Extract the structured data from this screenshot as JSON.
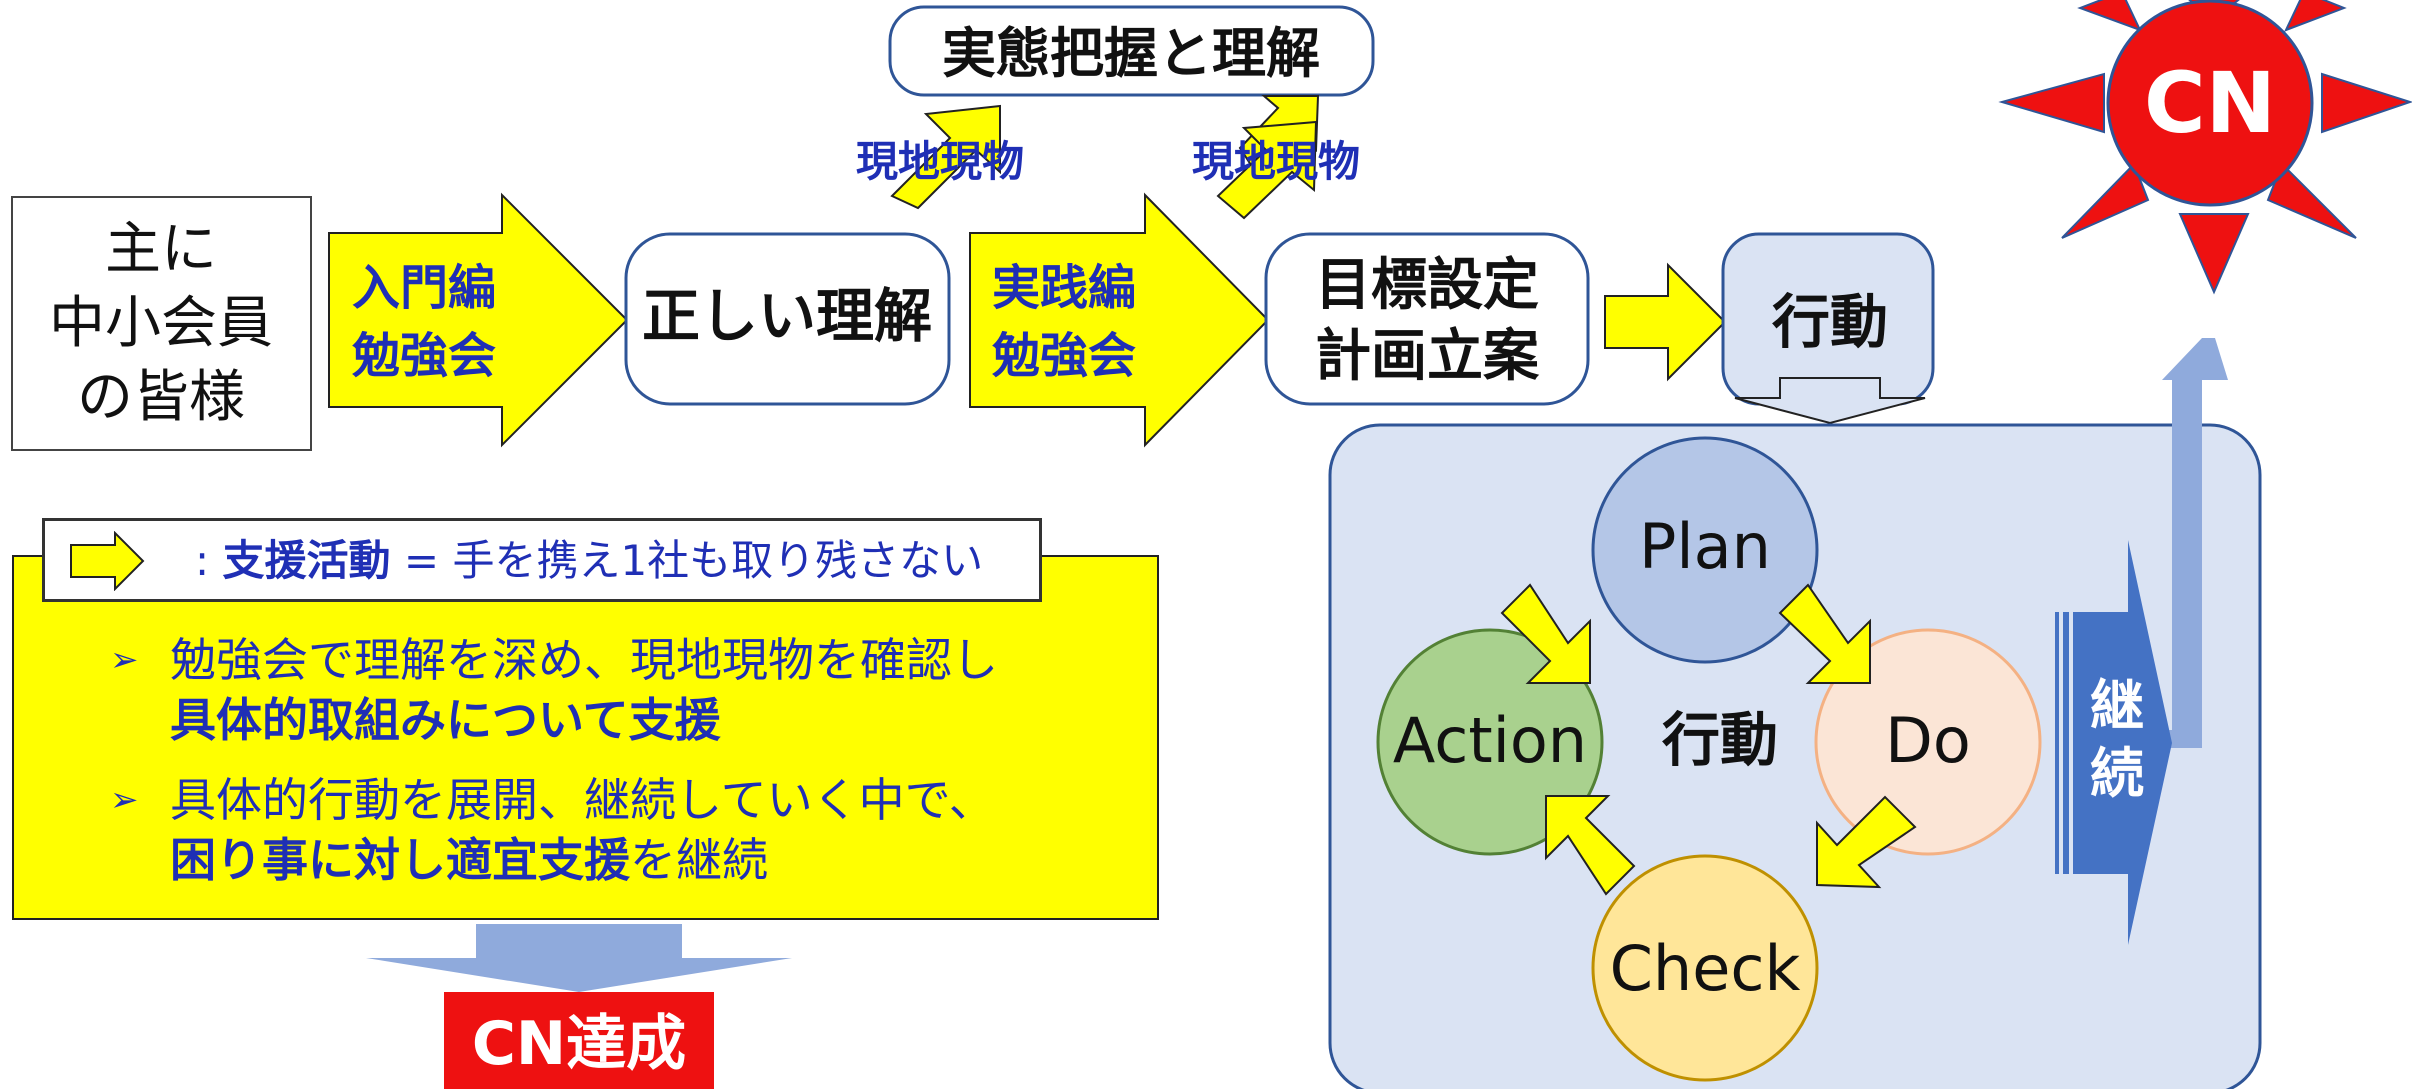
{
  "left_box": {
    "lines": [
      "主に",
      "中小会員",
      "の皆様"
    ]
  },
  "arrow1": {
    "lines": [
      "入門編",
      "勉強会"
    ]
  },
  "box_understanding": {
    "label": "正しい理解"
  },
  "arrow2": {
    "lines": [
      "実践編",
      "勉強会"
    ]
  },
  "box_goal": {
    "lines": [
      "目標設定",
      "計画立案"
    ]
  },
  "box_action": {
    "label": "行動"
  },
  "top_box": {
    "label": "実態把握と理解"
  },
  "genchi_labels": [
    "現地現物",
    "現地現物"
  ],
  "cn_sun": {
    "label": "CN"
  },
  "legend": {
    "label": "支援活動",
    "separator": ":",
    "equals": "=",
    "description": "手を携え1社も取り残さない"
  },
  "bullets": [
    {
      "line1": "勉強会で理解を深め、現地現物を確認し",
      "line2_bold": "具体的取組みについて支援",
      "line2_rest": ""
    },
    {
      "line1": "具体的行動を展開、継続していく中で、",
      "line2_bold": "困り事に対し適宜支援",
      "line2_rest": "を継続"
    }
  ],
  "cn_achieve": {
    "label": "CN達成"
  },
  "pdca": {
    "center": "行動",
    "plan": "Plan",
    "do": "Do",
    "check": "Check",
    "action": "Action",
    "continue_lines": [
      "継",
      "続"
    ]
  },
  "colors": {
    "yellow": "#ffff00",
    "navy_text": "#1f2fb5",
    "red": "#ee1111",
    "plan": "#b4c6e7",
    "do": "#fbe5d6",
    "check": "#ffe699",
    "action": "#a9d18e",
    "panel": "#dae3f3",
    "continue_arrow": "#4472c4",
    "down_arrow": "#8faadc"
  }
}
